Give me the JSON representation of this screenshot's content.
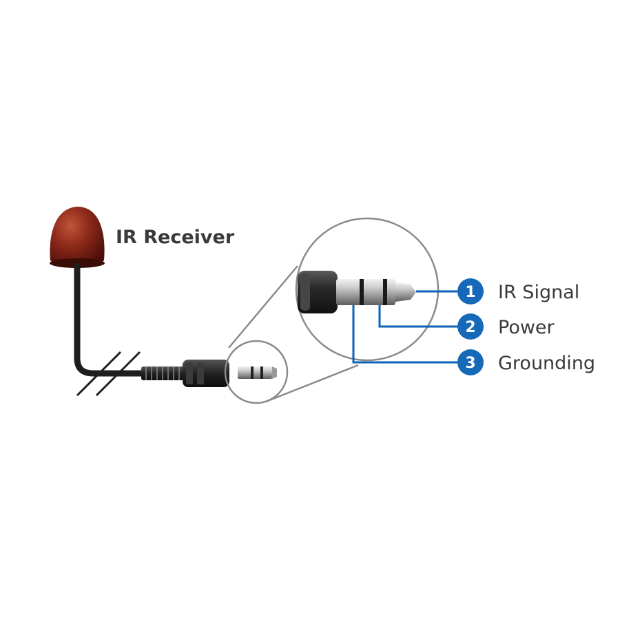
{
  "receiver": {
    "label": "IR Receiver",
    "lens_color": "#7a1f14"
  },
  "colors": {
    "wire": "#0b63b8",
    "badge": "#1668b8",
    "outline": "#8a8a8a",
    "cable": "#1e1e1e"
  },
  "pins": [
    {
      "number": "1",
      "label": "IR Signal"
    },
    {
      "number": "2",
      "label": "Power"
    },
    {
      "number": "3",
      "label": "Grounding"
    }
  ]
}
